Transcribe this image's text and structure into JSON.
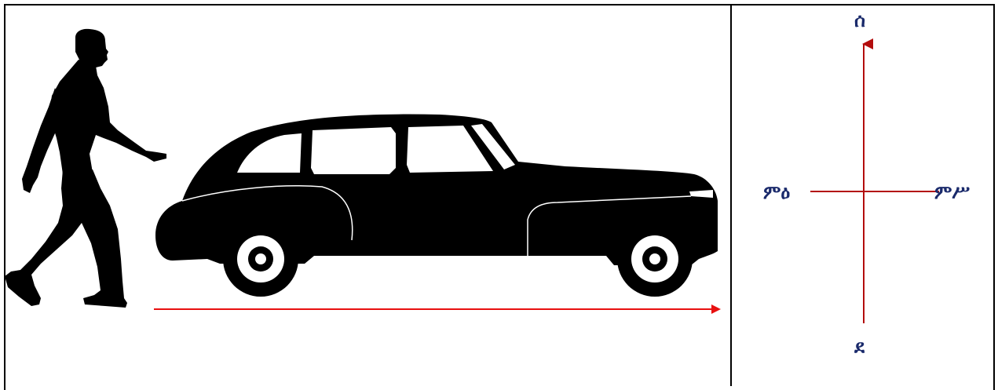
{
  "colors": {
    "silhouette": "#000000",
    "motion_arrow": "#e81010",
    "compass_axis": "#b30d0d",
    "label": "#1a2a6b"
  },
  "icons": {
    "person": "walking-person-silhouette",
    "car": "vintage-sedan-silhouette",
    "motion": "right-arrow",
    "compass": "compass-cross"
  },
  "compass": {
    "north": "ሰ",
    "south": "ደ",
    "west": "ምዕ",
    "east": "ምሥ"
  }
}
